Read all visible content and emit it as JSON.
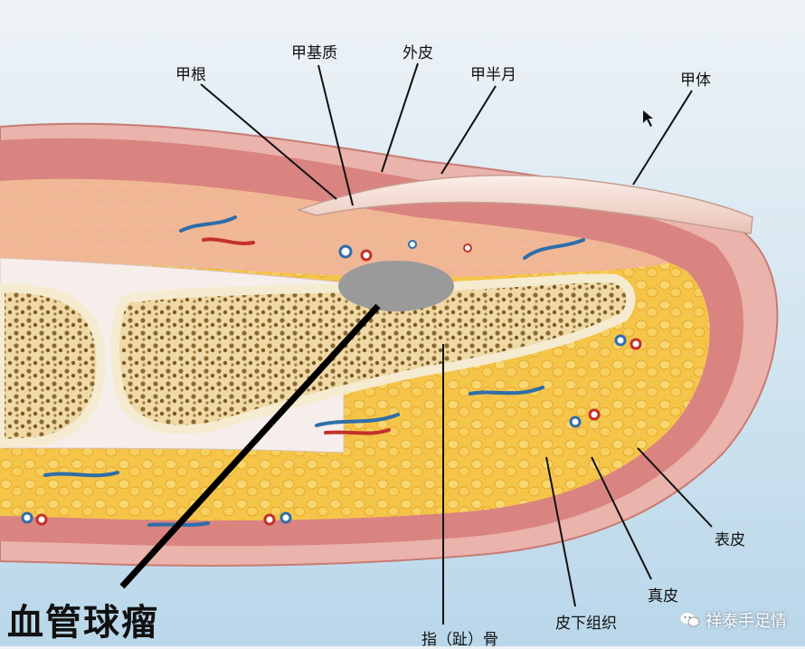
{
  "labels": {
    "nail_root": "甲根",
    "nail_matrix": "甲基质",
    "cuticle": "外皮",
    "lunula": "甲半月",
    "nail_body": "甲体",
    "epidermis": "表皮",
    "dermis": "真皮",
    "subcutaneous": "皮下组织",
    "phalanx_bone": "指（趾）骨",
    "glomus_tumor": "血管球瘤"
  },
  "watermark": {
    "text": "祥泰手足情",
    "icon": "wechat-icon"
  },
  "colors": {
    "skin_outer": "#e9a9a4",
    "dermis": "#d9807c",
    "fat": "#f3c24a",
    "bone": "#f4e3b8",
    "tumor": "#9a9a9a",
    "nail": "#f6e0d6"
  }
}
